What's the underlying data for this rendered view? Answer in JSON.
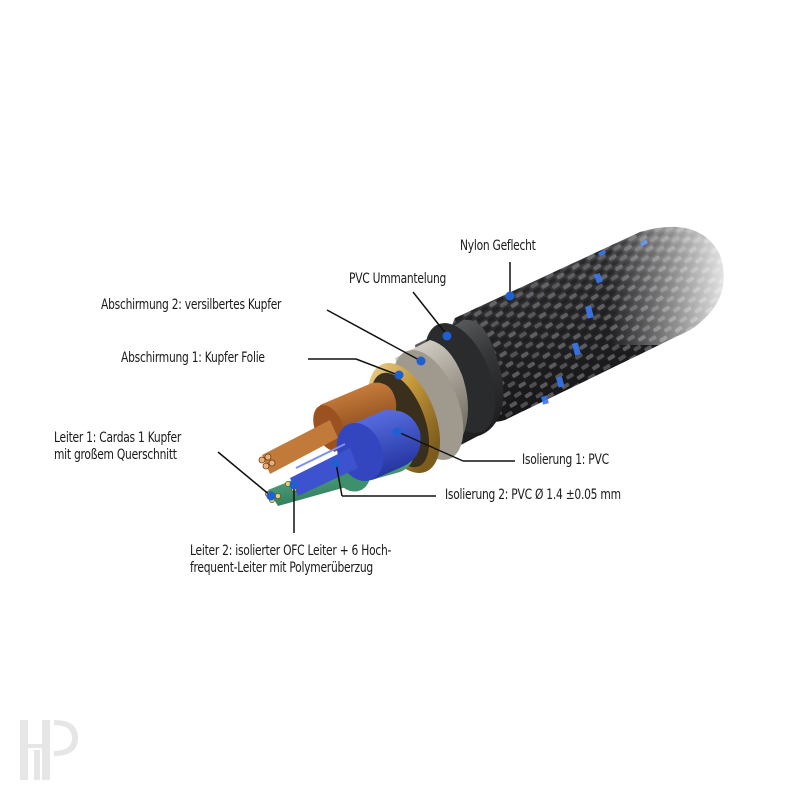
{
  "diagram": {
    "subject": "Audio cable cross-section (layered construction)",
    "accent_dot_color": "#1f5fd1",
    "leader_color": "#111111",
    "labels": [
      {
        "id": "nylon",
        "text": "Nylon Geflecht"
      },
      {
        "id": "pvc-jacket",
        "text": "PVC Ummantelung"
      },
      {
        "id": "shield2",
        "text": "Abschirmung 2: versilbertes Kupfer"
      },
      {
        "id": "shield1",
        "text": "Abschirmung 1: Kupfer Folie"
      },
      {
        "id": "conductor1",
        "lines": [
          "Leiter 1: Cardas 1 Kupfer",
          "mit großem Querschnitt"
        ]
      },
      {
        "id": "insulation1",
        "text": "Isolierung 1: PVC"
      },
      {
        "id": "insulation2",
        "text": "Isolierung 2: PVC Ø 1.4 ±0.05 mm"
      },
      {
        "id": "conductor2",
        "lines": [
          "Leiter 2: isolierter OFC Leiter + 6 Hoch-",
          "frequent-Leiter mit Polymerüberzug"
        ]
      }
    ],
    "layer_colors": {
      "braid": "#2e2e30",
      "braid_accent": "#2f6fe6",
      "jacket": "#3a3b3d",
      "shield_braid": "#b9b4ab",
      "foil": "#c49a3c",
      "copper": "#b4652a",
      "blue_insulation": "#3d53c9",
      "green_insulation": "#48a37e"
    },
    "watermark": "HP logo"
  }
}
